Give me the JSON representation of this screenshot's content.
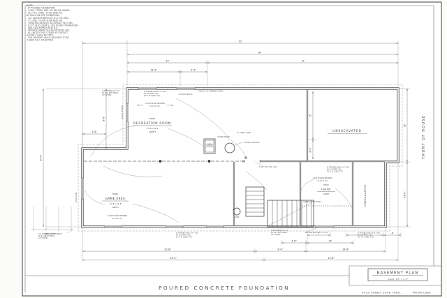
{
  "title": "POURED CONCRETE FOUNDATION",
  "side_label": "FRONT OF HOUSE",
  "title_block": {
    "name": "BASEMENT PLAN",
    "scale": "SCALE: 1/4\" = 1'-0\""
  },
  "footer": {
    "address": "5433 CANDY COVE TRAIL",
    "city": "PRIOR LAKE"
  },
  "notes": [
    "NOTE:",
    "-  8\" POURED FOUNDATION",
    "-  CONC. FTNGS. MIN. 42\" BELOW GRADE",
    "-  ALL FTG. CONC. TO BE 3000 PSI.",
    "   BY SOILS ON SITE CONDITIONS",
    "-  1/2\" ANCHOR BOLTS AT 6'-0\" O/C MAX",
    "-  4\" CONC. FLOOR SLAB 4000 PSI.",
    "-  TREATED 2x6 SILLS IN CONTACT W/ CONC.",
    "-  8 1/2\" W 45 200#'S - SEE PLANS FOR BRACING",
    "-  WALL WATERPROOFING B.G.",
    "-  PROVIDE DRAIN TILE AS REQ'D BY SOIL",
    "-  ALL WOOD THAT COMES IN CONTACT",
    "   w/CONC. SHALL BE TRTD.",
    "-  SOIL BEARING VALUE ASSUMED TO BE",
    "   2,000# P.S.F. OR BETTER"
  ],
  "rooms": {
    "recreation": {
      "finish": "FINISH",
      "name": "RECREATION ROOM",
      "size": "17'-8 x 18'-4",
      "floor": "CARPET"
    },
    "game": {
      "finish": "FINISH",
      "name": "GAME AREA",
      "size": "11'-8 x 14'-8",
      "floor": "CARPET"
    },
    "flex": {
      "finish": "FINISH",
      "name": "FLEX RM.",
      "floor": "CARPET"
    },
    "unexcavated": "UNEXCAVATED",
    "unexcavated_strip": "UNEXCAVATED"
  },
  "annotations": {
    "floor_truss_1": "2x10 FLOOR TRUSSES",
    "floor_truss_2": "AT 19.2\" O.C.",
    "wall_note_1": "8\" POURED WALL 8'-0\" TALL",
    "wall_note_2": "W/ 2x6 TRTD. SILL",
    "wall_note_3": "16\" x 8\" CONC. FTG.",
    "furring_1": "2x4 FURRING 16\" O/C",
    "furring_2": "W/ R-11 BATT INSUL.",
    "furring_3": "1/2\" SHTRK.",
    "anchor": "ANCHOR BOLTS AT 6'-0\" O/C",
    "girder": "GIRDER FLOOR TRUSS",
    "window_custom": "CUSTOM 3060 SL.",
    "window_vent": "3060 SL. W/ SCREENED VENTS",
    "egress": "3060 SL. EGRESS",
    "patio": "PATIO DOOR",
    "deck": "LINE OF DECK ABOVE",
    "furnace": "FURN.",
    "water_heater": "50 GAL. GAS W.H.",
    "floor_drain": "FLOOR DRAIN",
    "sump": "SUMP",
    "col": "3 1/2\" DIA. STL. COL.",
    "slab": "4\" CONC. SLAB"
  },
  "dims": {
    "top": [
      "70'",
      "60'",
      "19'",
      "41'",
      "13'-2\"",
      "5'-4\""
    ],
    "bottom": [
      "31'-8\"",
      "9'-4\"",
      "14'-8\"",
      "33'-4\"",
      "24'-8\""
    ],
    "bottom_small": [
      "5'",
      "8'",
      "4'",
      "4'-8\"",
      "10'"
    ],
    "left": [
      "30'-8\"",
      "8'-6\"",
      "4'-6\""
    ],
    "right": [
      "16'",
      "14'-8\""
    ],
    "interior": [
      "15'",
      "4'-4\""
    ]
  }
}
